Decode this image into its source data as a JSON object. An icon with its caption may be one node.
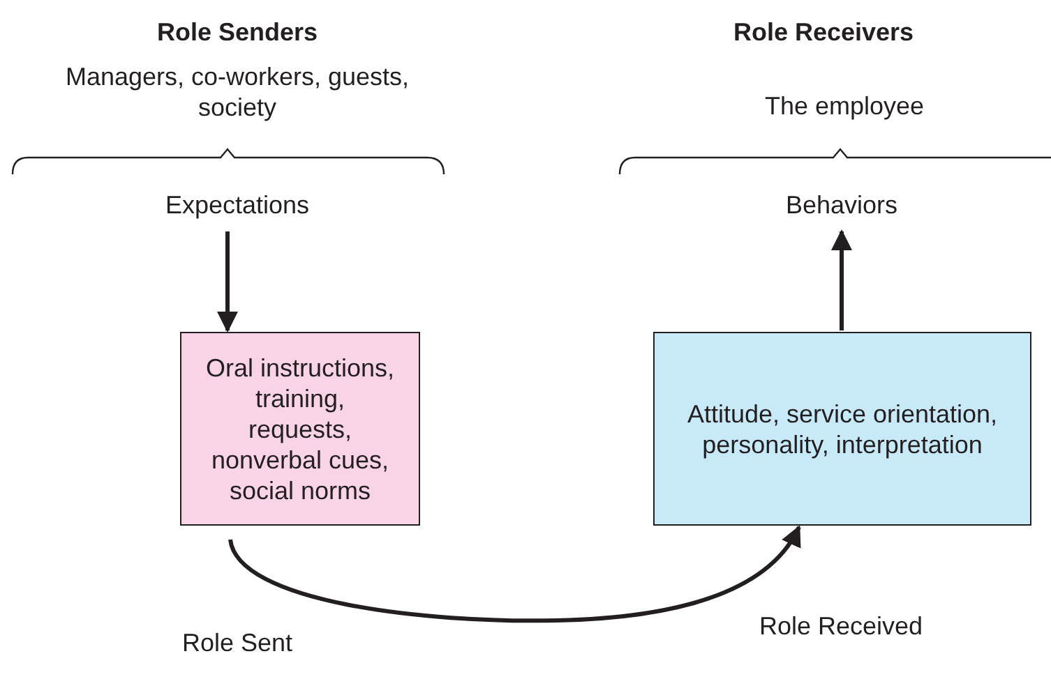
{
  "diagram": {
    "nodes": [
      {
        "text": [
          "Expectations"
        ]
      },
      {
        "text": [
          "Oral instructions, training, requests, nonverbal cues, social norms"
        ]
      },
      {
        "text": [
          "Attitude, service orientation, personality, interpretation"
        ]
      },
      {
        "text": [
          "Behaviors"
        ]
      }
    ],
    "edges": [
      {
        "from": 0,
        "to": 1,
        "arrow": "to"
      },
      {
        "from": 1,
        "to": 2,
        "arrow": "to"
      },
      {
        "from": 2,
        "to": 3,
        "arrow": "to"
      }
    ],
    "labels": [
      "Role Senders",
      "Role Receivers",
      "Managers, co-workers, guests, society",
      "The employee",
      "Role Sent",
      "Role Received"
    ]
  }
}
